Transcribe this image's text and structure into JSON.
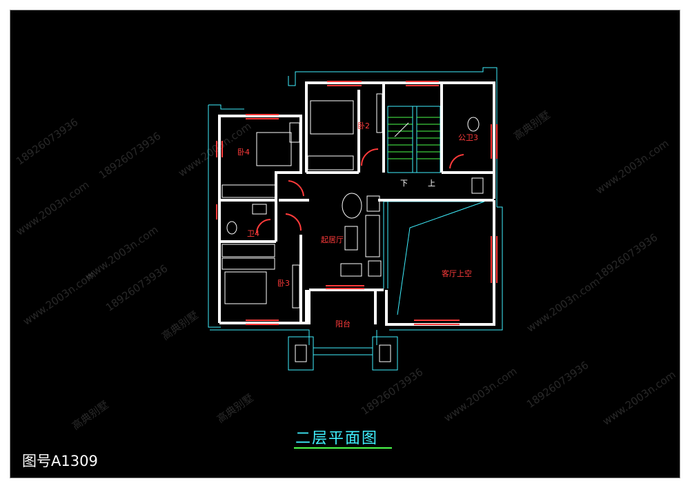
{
  "drawing": {
    "title": "二层平面图",
    "number": "图号A1309"
  },
  "rooms": {
    "bedroom2": "卧2",
    "bedroom4": "卧4",
    "bedroom3": "卧3",
    "bath4": "卫4",
    "public_bath3": "公卫3",
    "living": "起居厅",
    "void": "客厅上空",
    "balcony": "阳台"
  },
  "stair": {
    "down": "下",
    "up": "上"
  },
  "watermarks": {
    "phone": "18926073936",
    "site": "www.2003n.com",
    "brand": "高典别墅"
  },
  "colors": {
    "wall": "#ffffff",
    "outline": "#3ff0ff",
    "window": "#ff3b3b",
    "background": "#000000"
  }
}
